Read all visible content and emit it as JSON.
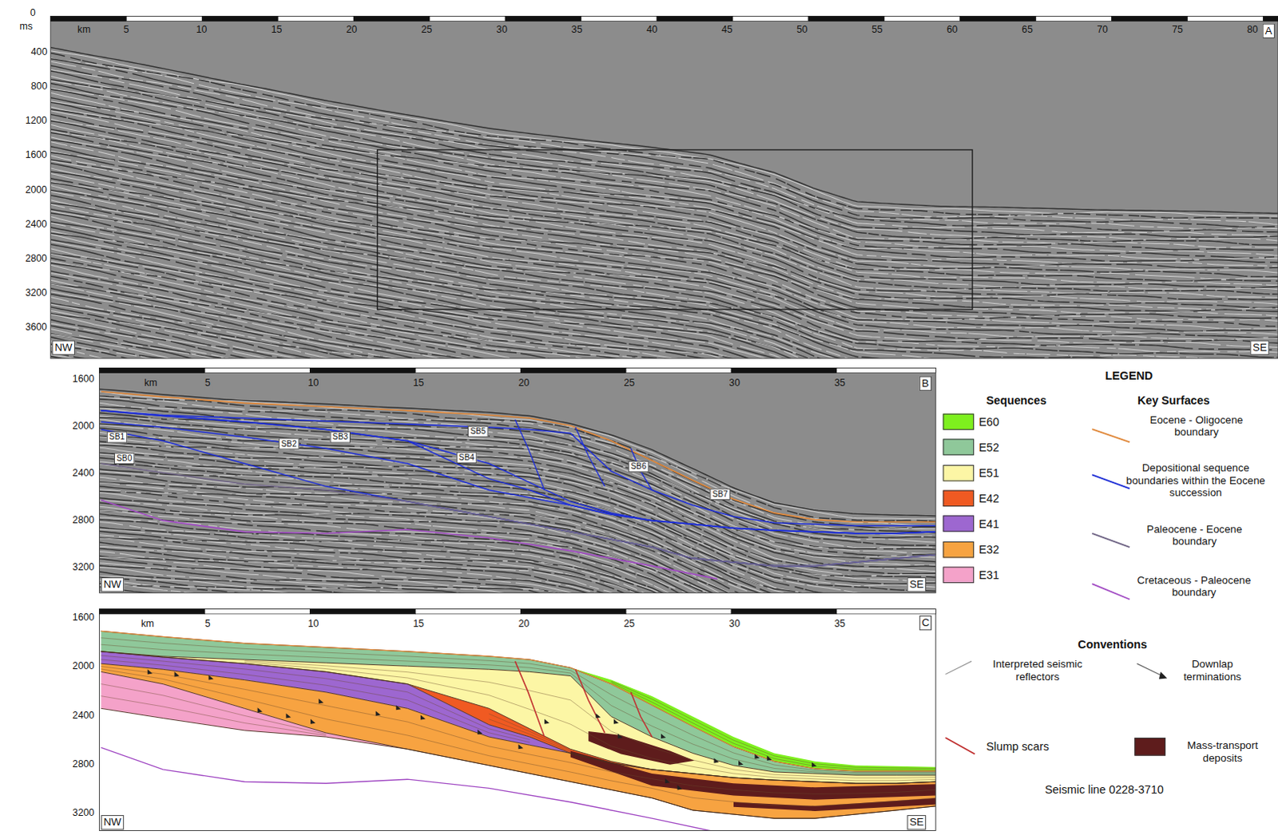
{
  "diagram": {
    "nodes": [
      {
        "text": [
          "A"
        ]
      },
      {
        "text": [
          "NW"
        ]
      },
      {
        "text": [
          "SE"
        ]
      },
      {
        "text": [
          "B"
        ]
      },
      {
        "text": [
          "NW"
        ]
      },
      {
        "text": [
          "SE"
        ]
      },
      {
        "text": [
          "SB1"
        ]
      },
      {
        "text": [
          "SB0"
        ]
      },
      {
        "text": [
          "SB2"
        ]
      },
      {
        "text": [
          "SB3"
        ]
      },
      {
        "text": [
          "SB5"
        ]
      },
      {
        "text": [
          "SB4"
        ]
      },
      {
        "text": [
          "SB6"
        ]
      },
      {
        "text": [
          "SB7"
        ]
      },
      {
        "text": [
          "C"
        ]
      },
      {
        "text": [
          "NW"
        ]
      },
      {
        "text": [
          "SE"
        ]
      }
    ],
    "labels": [
      "0",
      "ms",
      "400",
      "800",
      "1200",
      "1600",
      "2000",
      "2400",
      "2800",
      "3200",
      "3600",
      "km",
      "5",
      "10",
      "15",
      "20",
      "25",
      "30",
      "35",
      "40",
      "45",
      "50",
      "55",
      "60",
      "65",
      "70",
      "75",
      "80",
      "1600",
      "2000",
      "2400",
      "2800",
      "3200",
      "km",
      "5",
      "10",
      "15",
      "20",
      "25",
      "30",
      "35",
      "1600",
      "2000",
      "2400",
      "2800",
      "3200",
      "km",
      "5",
      "10",
      "15",
      "20",
      "25",
      "30",
      "35",
      "LEGEND",
      "Sequences",
      "Key Surfaces",
      "Conventions",
      "Seismic line 0228-3710"
    ],
    "legend": [
      {
        "text": "E60",
        "color": "#7ef01e"
      },
      {
        "text": "E52",
        "color": "#8fc89a"
      },
      {
        "text": "E51",
        "color": "#fcf6a5"
      },
      {
        "text": "E42",
        "color": "#f05a22"
      },
      {
        "text": "E41",
        "color": "#9d67d0"
      },
      {
        "text": "E32",
        "color": "#f7a341"
      },
      {
        "text": "E31",
        "color": "#f4a2c9"
      },
      {
        "text": "Eocene - Oligocene boundary"
      },
      {
        "text": "Depositional sequence boundaries within the Eocene succession"
      },
      {
        "text": "Paleocene - Eocene boundary"
      },
      {
        "text": "Cretaceous - Paleocene boundary"
      },
      {
        "text": "Interpreted seismic reflectors"
      },
      {
        "text": "Downlap terminations"
      },
      {
        "text": "Slump scars"
      },
      {
        "text": "Mass-transport deposits",
        "color": "#5e1c1c"
      }
    ]
  }
}
